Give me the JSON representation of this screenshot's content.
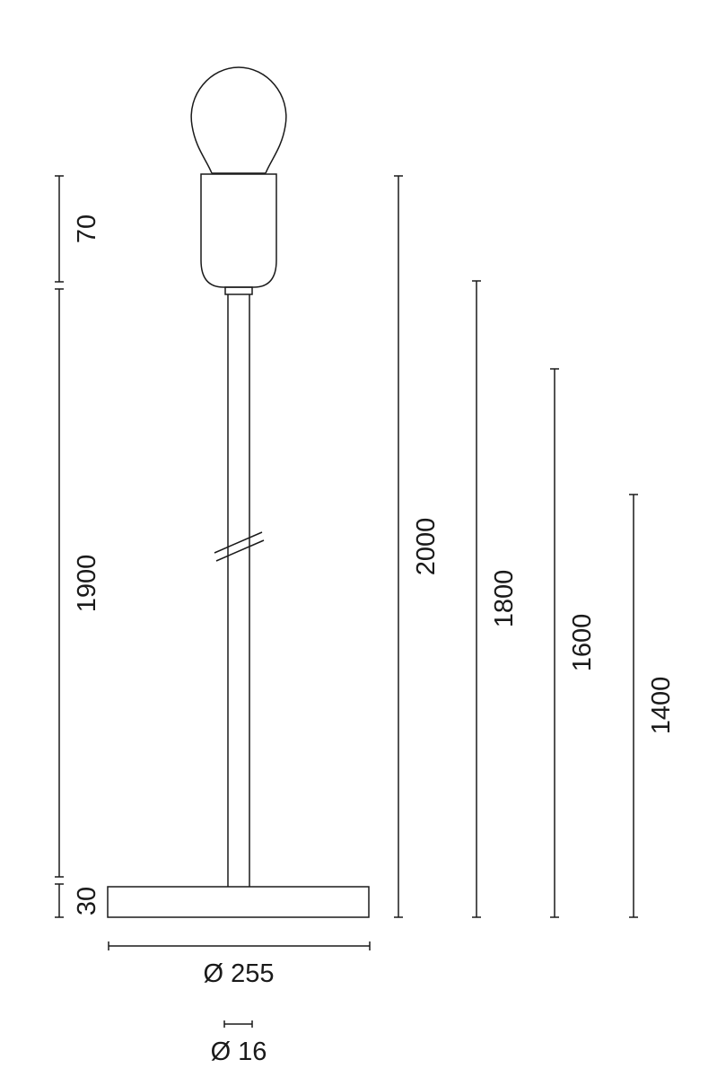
{
  "left_dimensions": {
    "socket_height": "70",
    "stem_height": "1900",
    "base_height": "30"
  },
  "overall_heights": [
    "2000",
    "1800",
    "1600",
    "1400"
  ],
  "base_diameter": "Ø 255",
  "stem_diameter": "Ø 16"
}
